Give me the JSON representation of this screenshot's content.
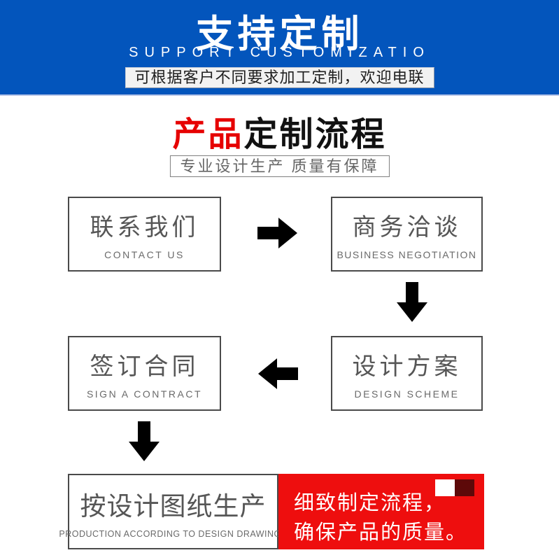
{
  "banner": {
    "title": "支持定制",
    "subtitle": "SUPPORT CUSTOMIZATIO",
    "note": "可根据客户不同要求加工定制，欢迎电联",
    "bg_color": "#0355bc"
  },
  "section": {
    "title_highlight": "产品",
    "title_rest": "定制流程",
    "highlight_color": "#e60000",
    "tagline": "专业设计生产 质量有保障"
  },
  "flow": {
    "steps": [
      {
        "zh": "联系我们",
        "en": "CONTACT US"
      },
      {
        "zh": "商务洽谈",
        "en": "BUSINESS NEGOTIATION"
      },
      {
        "zh": "设计方案",
        "en": "DESIGN SCHEME"
      },
      {
        "zh": "签订合同",
        "en": "SIGN A CONTRACT"
      },
      {
        "zh": "按设计图纸生产",
        "en": "PRODUCTION ACCORDING TO DESIGN DRAWINGS"
      }
    ],
    "arrow_color": "#000000",
    "note": {
      "line1": "细致制定流程，",
      "line2": "确保产品的质量。",
      "bg_color": "#ee0e0e",
      "accent_dark_color": "#5d0909",
      "accent_light_color": "#ffffff"
    }
  }
}
